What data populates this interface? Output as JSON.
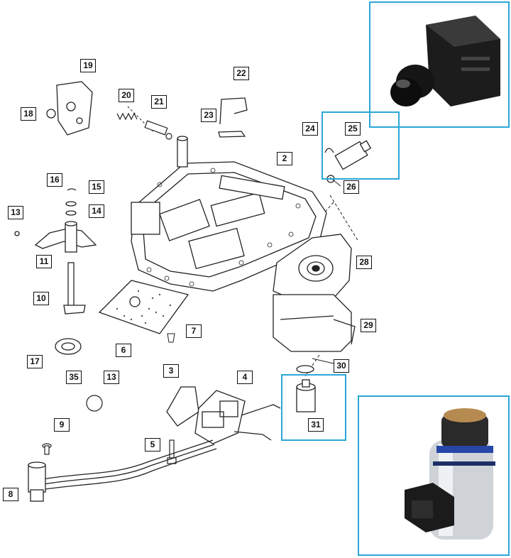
{
  "colors": {
    "frame": "#29a7d6",
    "line": "#222222",
    "callout_border": "#111111"
  },
  "callouts": {
    "n19": "19",
    "n20": "20",
    "n21": "21",
    "n22": "22",
    "n23": "23",
    "n18": "18",
    "n24": "24",
    "n25": "25",
    "n26": "26",
    "n2": "2",
    "n16": "16",
    "n15": "15",
    "n14": "14",
    "n13a": "13",
    "n11": "11",
    "n10": "10",
    "n28": "28",
    "n29": "29",
    "n7": "7",
    "n6": "6",
    "n17": "17",
    "n30": "30",
    "n3": "3",
    "n4": "4",
    "n35": "35",
    "n13b": "13",
    "n9": "9",
    "n31": "31",
    "n5": "5",
    "n8": "8"
  },
  "photos": {
    "connector_solenoid": "connector-solenoid-photo",
    "pressure_sensor": "pressure-sensor-photo"
  }
}
